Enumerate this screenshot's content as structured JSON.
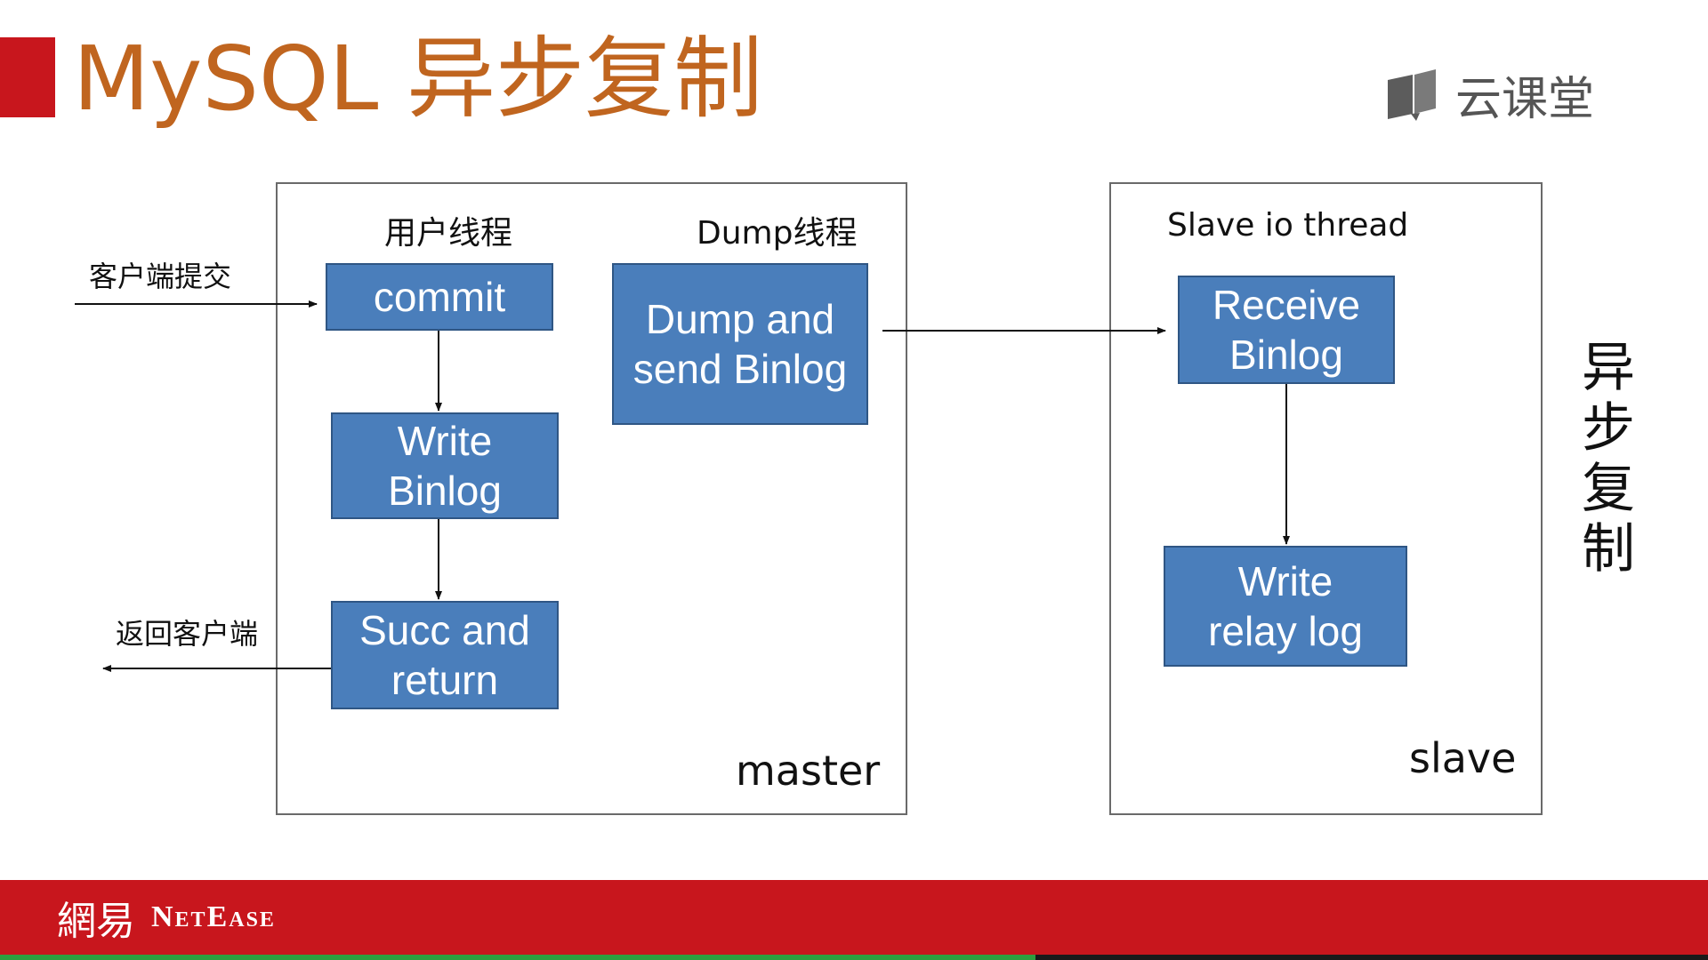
{
  "header": {
    "title": "MySQL 异步复制",
    "brand_logo_text": "云课堂",
    "brand_icon": "book-icon"
  },
  "master": {
    "user_thread_label": "用户线程",
    "dump_thread_label": "Dump线程",
    "commit": "commit",
    "write_binlog": "Write\nBinlog",
    "succ_return": "Succ and\nreturn",
    "dump_send": "Dump and\nsend Binlog",
    "name": "master"
  },
  "slave": {
    "io_thread_label": "Slave io thread",
    "receive_binlog": "Receive\nBinlog",
    "write_relay": "Write\nrelay log",
    "name": "slave"
  },
  "client": {
    "submit_label": "客户端提交",
    "return_label": "返回客户端"
  },
  "side_title": "异\n步\n复\n制",
  "footer": {
    "logo_cn": "網易",
    "logo_en": "NetEase"
  },
  "colors": {
    "title": "#c0651f",
    "accent_red": "#c8161d",
    "box_fill": "#4a7ebb",
    "box_border": "#2f5684"
  }
}
